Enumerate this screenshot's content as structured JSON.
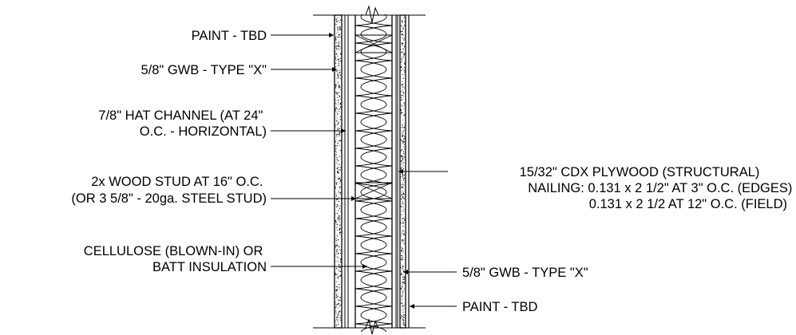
{
  "left_callouts": [
    {
      "id": "paint-left",
      "lines": [
        "PAINT - TBD"
      ]
    },
    {
      "id": "gwb-left",
      "lines": [
        "5/8\" GWB - TYPE \"X\""
      ]
    },
    {
      "id": "hat-channel",
      "lines": [
        "7/8\" HAT CHANNEL (AT 24\"",
        "O.C. - HORIZONTAL)"
      ]
    },
    {
      "id": "wood-stud",
      "lines": [
        "2x WOOD STUD AT 16\" O.C.",
        "(OR 3 5/8\" - 20ga. STEEL STUD)"
      ]
    },
    {
      "id": "insulation",
      "lines": [
        "CELLULOSE (BLOWN-IN) OR",
        "BATT INSULATION"
      ]
    }
  ],
  "right_callouts": [
    {
      "id": "plywood",
      "lines": [
        "15/32\" CDX PLYWOOD (STRUCTURAL)",
        "NAILING: 0.131 x 2 1/2\" AT 3\" O.C. (EDGES)",
        "0.131 x 2 1/2 AT 12\" O.C. (FIELD)"
      ]
    },
    {
      "id": "gwb-right",
      "lines": [
        "5/8\" GWB - TYPE \"X\""
      ]
    },
    {
      "id": "paint-right",
      "lines": [
        "PAINT - TBD"
      ]
    }
  ]
}
